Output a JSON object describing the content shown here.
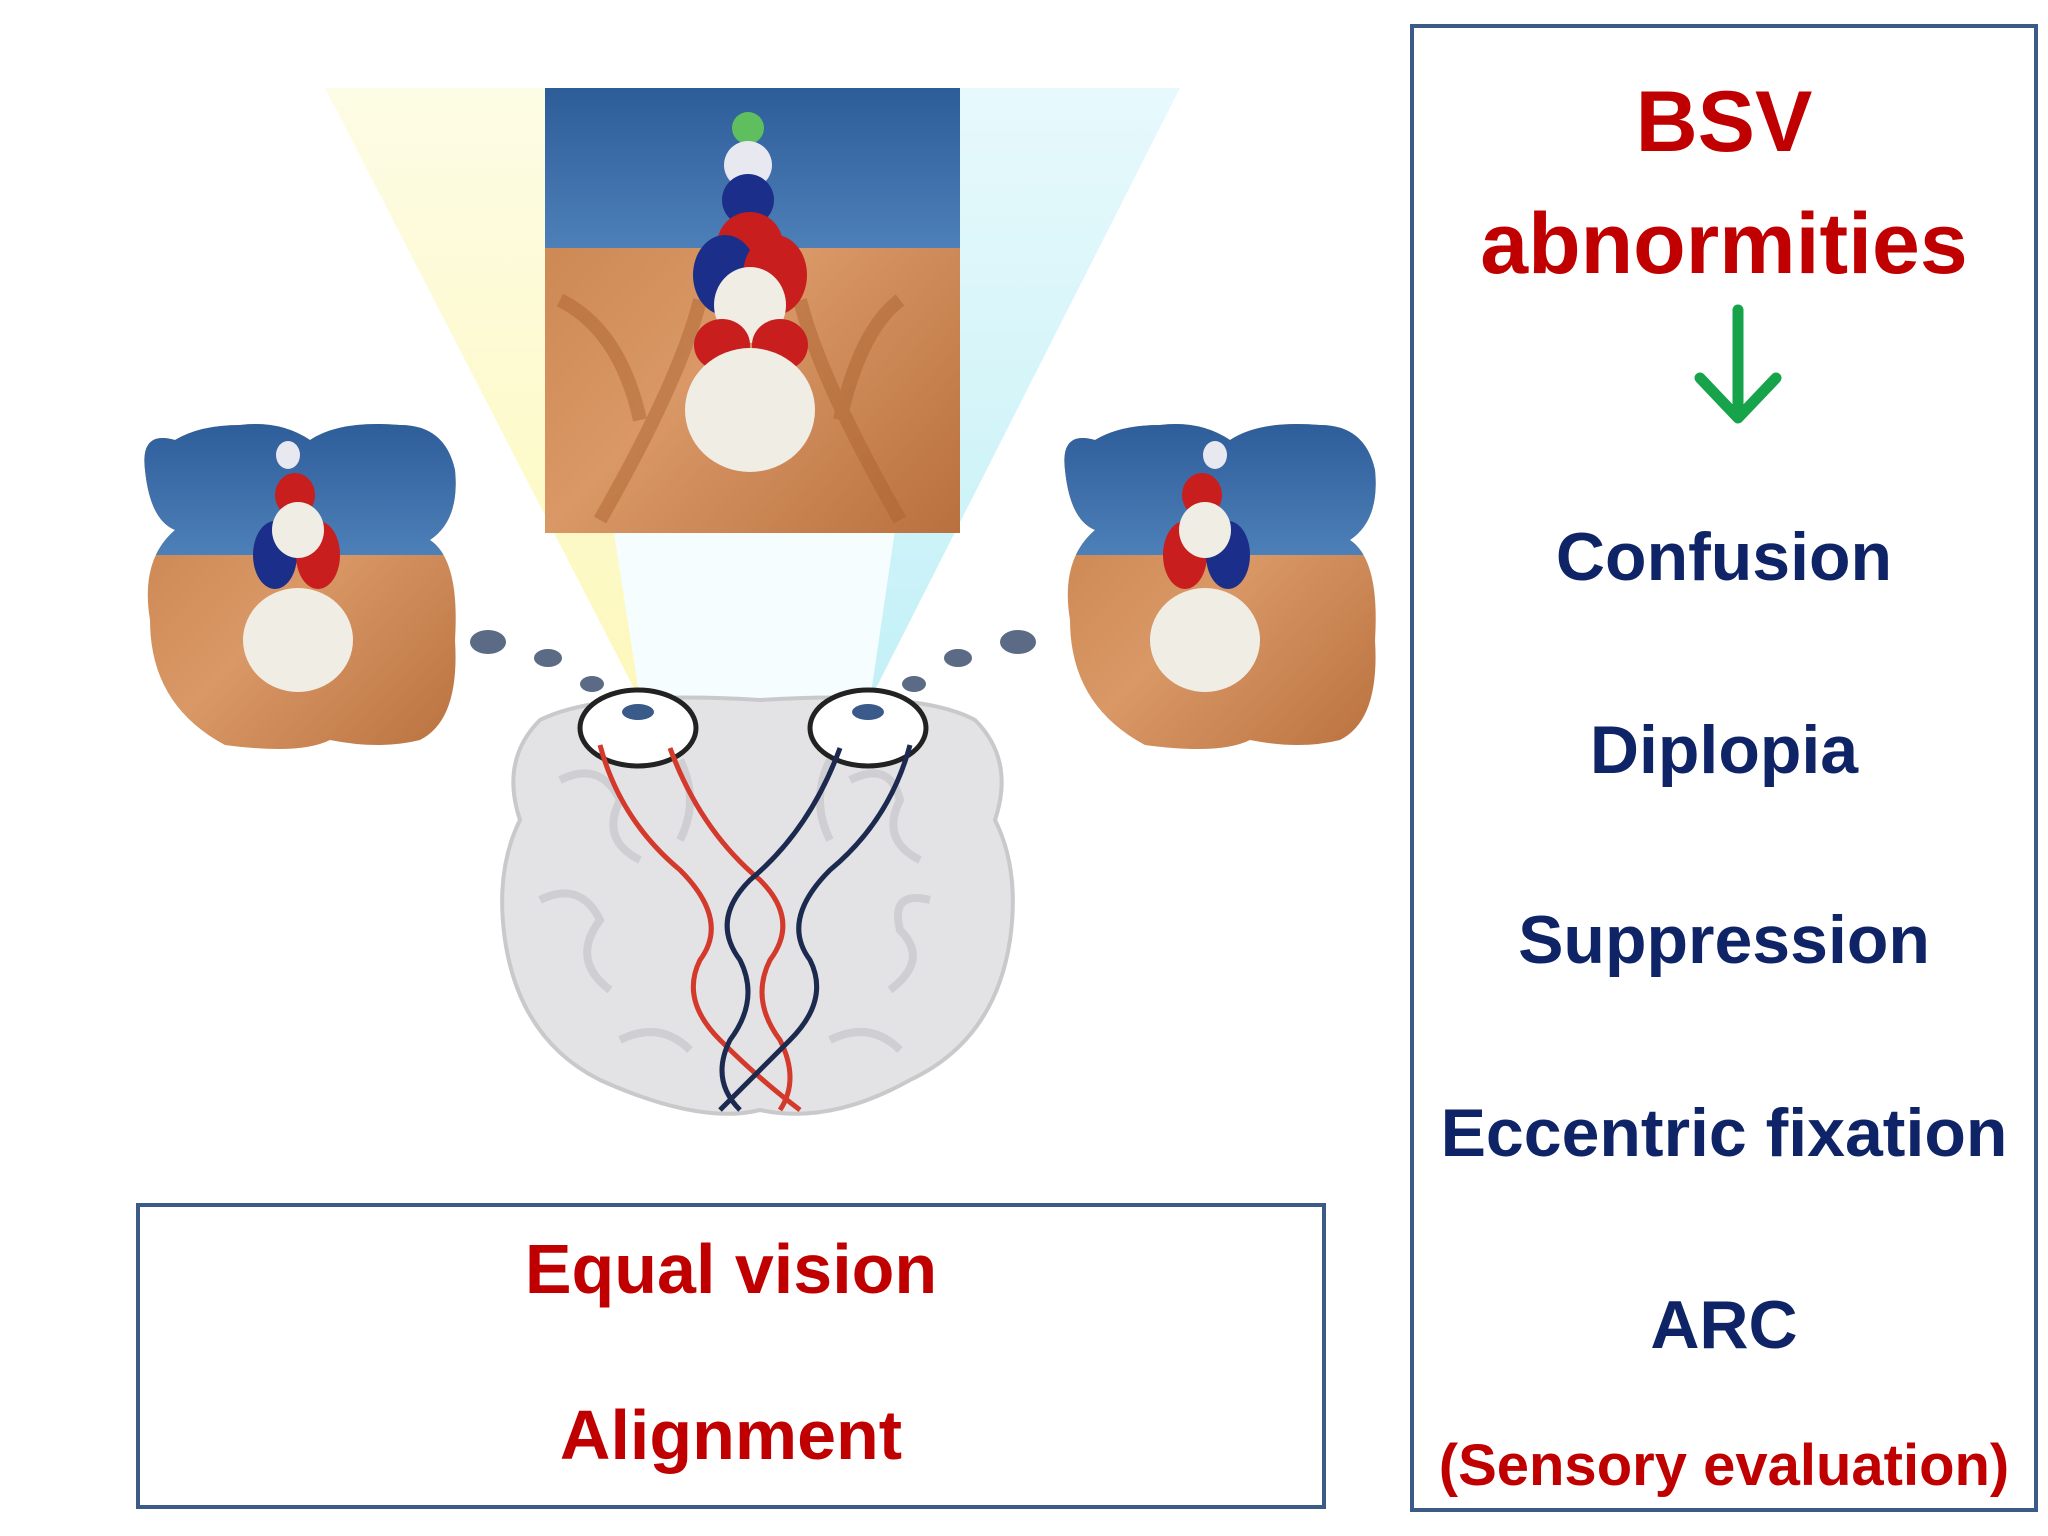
{
  "left_box": {
    "line1": "Equal vision",
    "line2": "Alignment"
  },
  "right_box": {
    "title_line1": "BSV",
    "title_line2": "abnormities",
    "arrow_icon": "down-arrow-icon",
    "items": [
      "Confusion",
      "Diplopia",
      "Suppression",
      "Eccentric fixation",
      "ARC"
    ],
    "note": "(Sensory evaluation)"
  },
  "colors": {
    "title_red": "#c00000",
    "item_navy": "#0f2466",
    "arrow_green": "#16a34a",
    "box_border": "#3b5a85"
  }
}
